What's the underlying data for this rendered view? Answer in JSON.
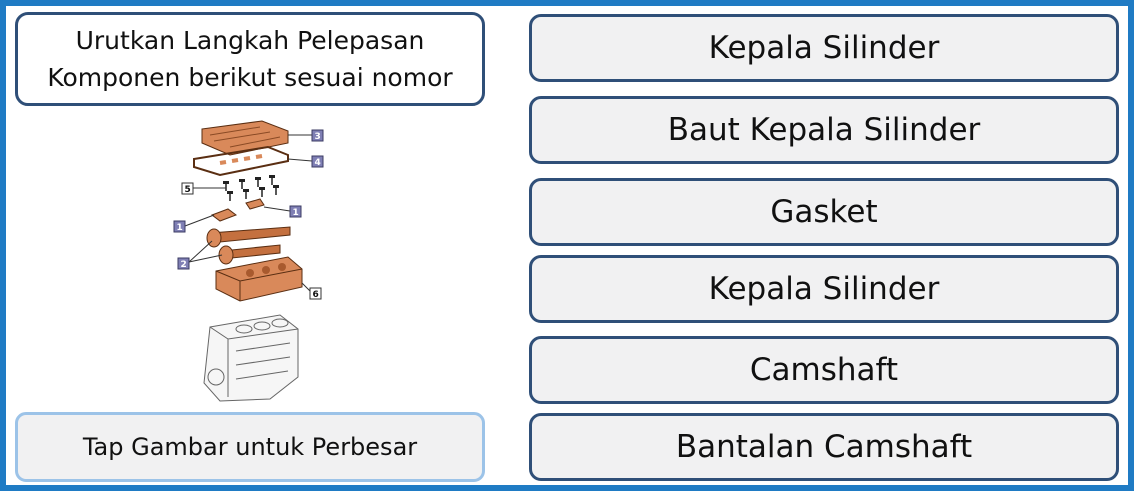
{
  "instruction": {
    "line1": "Urutkan Langkah Pelepasan",
    "line2": "Komponen berikut sesuai nomor"
  },
  "figure": {
    "labels": [
      "3",
      "4",
      "5",
      "1",
      "1",
      "2",
      "6"
    ]
  },
  "hint": {
    "label": "Tap Gambar untuk Perbesar"
  },
  "options": [
    {
      "label": "Kepala Silinder"
    },
    {
      "label": "Baut Kepala Silinder"
    },
    {
      "label": "Gasket"
    },
    {
      "label": "Kepala Silinder"
    },
    {
      "label": "Camshaft"
    },
    {
      "label": "Bantalan Camshaft"
    }
  ],
  "colors": {
    "frame": "#1f7bc4",
    "box_border": "#2f4f78",
    "hint_border": "#9cc3e8",
    "box_fill": "#f1f1f2",
    "part_fill": "#d9895a"
  }
}
